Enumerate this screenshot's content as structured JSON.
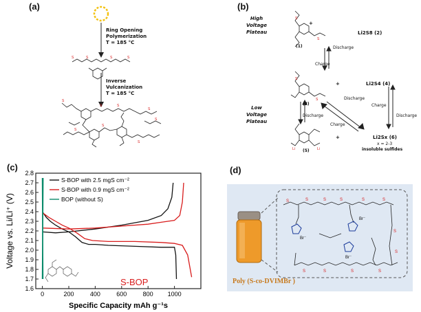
{
  "panel_a": {
    "label": "(a)",
    "step1_line1": "Ring Opening",
    "step1_line2": "Polymerization",
    "step1_temp": "T = 185 °C",
    "step2_line1": "Inverse",
    "step2_line2": "Vulcanization",
    "step2_temp": "T = 185 °C"
  },
  "panel_b": {
    "label": "(b)",
    "high_plateau": [
      "High",
      "Voltage",
      "Plateau"
    ],
    "low_plateau": [
      "Low",
      "Voltage",
      "Plateau"
    ],
    "li2s8": "Li2S8 (2)",
    "li2s4": "Li2S4 (4)",
    "li2sx": "Li2Sx (6)",
    "x_range": "x = 2-3",
    "insoluble": "insoluble sulfides",
    "cmpd1": "(1)",
    "cmpd3": "(3)",
    "cmpd5": "(5)",
    "discharge": "Discharge",
    "charge": "Charge",
    "plus": "+"
  },
  "panel_c": {
    "label": "(c)",
    "inset_label": "S-BOP",
    "chart_data": {
      "type": "line",
      "title": "",
      "xlabel": "Specific Capacity mAh g⁻¹s",
      "ylabel": "Voltage vs. Li/Li⁺ (V)",
      "xlim": [
        -50,
        1200
      ],
      "ylim": [
        1.6,
        2.8
      ],
      "x_ticks": [
        0,
        200,
        400,
        600,
        800,
        1000
      ],
      "y_ticks": [
        1.6,
        1.7,
        1.8,
        1.9,
        2.0,
        2.1,
        2.2,
        2.3,
        2.4,
        2.5,
        2.6,
        2.7,
        2.8
      ],
      "legend_position": "top-right",
      "series": [
        {
          "name": "S-BOP with 2.5 mgS cm⁻²",
          "color": "#111111",
          "discharge": [
            [
              0,
              2.4
            ],
            [
              30,
              2.34
            ],
            [
              60,
              2.3
            ],
            [
              100,
              2.26
            ],
            [
              150,
              2.22
            ],
            [
              200,
              2.19
            ],
            [
              250,
              2.14
            ],
            [
              300,
              2.08
            ],
            [
              350,
              2.06
            ],
            [
              400,
              2.06
            ],
            [
              500,
              2.05
            ],
            [
              700,
              2.04
            ],
            [
              900,
              2.03
            ],
            [
              1000,
              2.03
            ],
            [
              1010,
              1.95
            ],
            [
              1015,
              1.7
            ]
          ],
          "charge": [
            [
              0,
              2.19
            ],
            [
              100,
              2.18
            ],
            [
              200,
              2.19
            ],
            [
              400,
              2.22
            ],
            [
              600,
              2.26
            ],
            [
              800,
              2.31
            ],
            [
              900,
              2.36
            ],
            [
              950,
              2.43
            ],
            [
              980,
              2.55
            ],
            [
              990,
              2.7
            ]
          ]
        },
        {
          "name": "S-BOP with 0.9 mgS cm⁻²",
          "color": "#d81b1b",
          "discharge": [
            [
              0,
              2.39
            ],
            [
              50,
              2.34
            ],
            [
              100,
              2.3
            ],
            [
              150,
              2.26
            ],
            [
              200,
              2.23
            ],
            [
              260,
              2.18
            ],
            [
              320,
              2.12
            ],
            [
              380,
              2.1
            ],
            [
              500,
              2.09
            ],
            [
              700,
              2.09
            ],
            [
              900,
              2.08
            ],
            [
              1000,
              2.07
            ],
            [
              1060,
              2.05
            ],
            [
              1100,
              1.95
            ],
            [
              1130,
              1.72
            ]
          ],
          "charge": [
            [
              0,
              2.23
            ],
            [
              200,
              2.22
            ],
            [
              400,
              2.23
            ],
            [
              600,
              2.25
            ],
            [
              800,
              2.27
            ],
            [
              900,
              2.29
            ],
            [
              1000,
              2.31
            ],
            [
              1040,
              2.36
            ],
            [
              1060,
              2.5
            ],
            [
              1070,
              2.7
            ]
          ]
        },
        {
          "name": "BOP (without S)",
          "color": "#0a8a6a",
          "discharge": [
            [
              0,
              2.75
            ],
            [
              2,
              2.2
            ],
            [
              4,
              1.7
            ]
          ],
          "charge": [
            [
              0,
              1.7
            ],
            [
              3,
              2.3
            ],
            [
              5,
              2.75
            ]
          ]
        }
      ]
    }
  },
  "panel_d": {
    "label": "(d)",
    "caption": "Poly (S-co-DVIMBr )",
    "br1": "Br⁻",
    "br2": "Br⁻",
    "br3": "Br⁻"
  },
  "colors": {
    "panel_d_background": "#dfe8f3",
    "jar_fill": "#ee9a2a",
    "sulfur_yellow": "#f3c211",
    "caption_color": "#c77a1e"
  }
}
